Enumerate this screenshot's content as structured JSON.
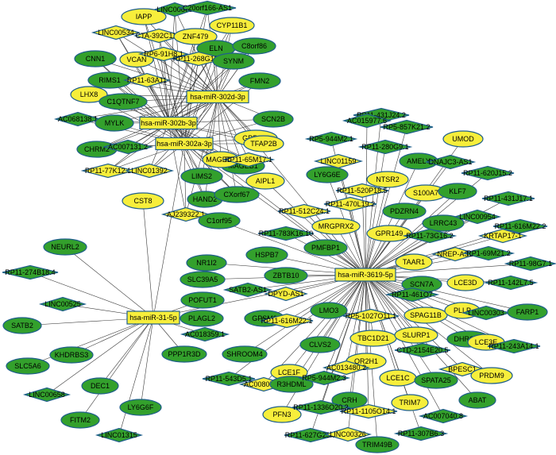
{
  "hubs": [
    "hsa-miR-302d-3p",
    "hsa-miR-302b-3p",
    "hsa-miR-302a-3p",
    "hsa-miR-3619-5p",
    "hsa-miR-31-5p"
  ],
  "colors": {
    "mrna_down": "#33a02c",
    "mrna_up": "#f7ee3b",
    "stroke": "#1f5f8b",
    "edge": "#3a3a3a"
  },
  "nodes": [
    {
      "label": "IAPP",
      "shape": "ellipse",
      "color": "yellow"
    },
    {
      "label": "LINC00678",
      "shape": "diamond",
      "color": "green"
    },
    {
      "label": "C20orf166-AS1",
      "shape": "diamond",
      "color": "green"
    },
    {
      "label": "CYP11B1",
      "shape": "ellipse",
      "color": "yellow"
    },
    {
      "label": "LINC00534",
      "shape": "diamond",
      "color": "yellow"
    },
    {
      "label": "CTA-392C11.1",
      "shape": "diamond",
      "color": "yellow"
    },
    {
      "label": "ZNF479",
      "shape": "ellipse",
      "color": "yellow"
    },
    {
      "label": "ELN",
      "shape": "ellipse",
      "color": "green"
    },
    {
      "label": "C8orf86",
      "shape": "ellipse",
      "color": "green"
    },
    {
      "label": "CNN1",
      "shape": "ellipse",
      "color": "green"
    },
    {
      "label": "VCAN",
      "shape": "ellipse",
      "color": "yellow"
    },
    {
      "label": "RP6-91H8.1",
      "shape": "diamond",
      "color": "yellow"
    },
    {
      "label": "RP11-268G12.1",
      "shape": "diamond",
      "color": "yellow"
    },
    {
      "label": "SYNM",
      "shape": "ellipse",
      "color": "green"
    },
    {
      "label": "RIMS1",
      "shape": "ellipse",
      "color": "green"
    },
    {
      "label": "RP11-63A11",
      "shape": "diamond",
      "color": "yellow"
    },
    {
      "label": "FMN2",
      "shape": "ellipse",
      "color": "green"
    },
    {
      "label": "LHX8",
      "shape": "ellipse",
      "color": "yellow"
    },
    {
      "label": "C1QTNF7",
      "shape": "ellipse",
      "color": "green"
    },
    {
      "label": "AC068138.1",
      "shape": "diamond",
      "color": "green"
    },
    {
      "label": "MYLK",
      "shape": "ellipse",
      "color": "green"
    },
    {
      "label": "SCN2B",
      "shape": "ellipse",
      "color": "green"
    },
    {
      "label": "CHRM2",
      "shape": "ellipse",
      "color": "green"
    },
    {
      "label": "AC007131.2",
      "shape": "diamond",
      "color": "green"
    },
    {
      "label": "GPR112",
      "shape": "ellipse",
      "color": "yellow"
    },
    {
      "label": "TFAP2B",
      "shape": "ellipse",
      "color": "yellow"
    },
    {
      "label": "RP11-77K12.1",
      "shape": "diamond",
      "color": "yellow"
    },
    {
      "label": "LINC01392",
      "shape": "diamond",
      "color": "yellow"
    },
    {
      "label": "MAGEB1",
      "shape": "ellipse",
      "color": "green"
    },
    {
      "label": "MAGEB2",
      "shape": "ellipse",
      "color": "yellow"
    },
    {
      "label": "RP11-65M17.1",
      "shape": "diamond",
      "color": "yellow"
    },
    {
      "label": "LIMS2",
      "shape": "ellipse",
      "color": "green"
    },
    {
      "label": "CST8",
      "shape": "ellipse",
      "color": "yellow"
    },
    {
      "label": "HAND2",
      "shape": "ellipse",
      "color": "green"
    },
    {
      "label": "AIPL1",
      "shape": "ellipse",
      "color": "yellow"
    },
    {
      "label": "CXorf67",
      "shape": "ellipse",
      "color": "green"
    },
    {
      "label": "AJ239322.1",
      "shape": "diamond",
      "color": "yellow"
    },
    {
      "label": "C1orf95",
      "shape": "ellipse",
      "color": "green"
    },
    {
      "label": "RP11-431J24.2",
      "shape": "diamond",
      "color": "green"
    },
    {
      "label": "AC015977.6",
      "shape": "diamond",
      "color": "green"
    },
    {
      "label": "RP5-857K21.2",
      "shape": "diamond",
      "color": "green"
    },
    {
      "label": "RP5-944M2.1",
      "shape": "diamond",
      "color": "green"
    },
    {
      "label": "UMOD",
      "shape": "ellipse",
      "color": "yellow"
    },
    {
      "label": "RP11-280G9.1",
      "shape": "diamond",
      "color": "green"
    },
    {
      "label": "LINC01159",
      "shape": "diamond",
      "color": "yellow"
    },
    {
      "label": "AMELY",
      "shape": "ellipse",
      "color": "green"
    },
    {
      "label": "DNAJC3-AS1",
      "shape": "diamond",
      "color": "green"
    },
    {
      "label": "LY6G6E",
      "shape": "ellipse",
      "color": "green"
    },
    {
      "label": "NTSR2",
      "shape": "ellipse",
      "color": "yellow"
    },
    {
      "label": "RP11-620J15.2",
      "shape": "diamond",
      "color": "green"
    },
    {
      "label": "RP11-520P18.5",
      "shape": "diamond",
      "color": "yellow"
    },
    {
      "label": "S100A7",
      "shape": "ellipse",
      "color": "yellow"
    },
    {
      "label": "KLF7",
      "shape": "ellipse",
      "color": "green"
    },
    {
      "label": "RP11-470L19.2",
      "shape": "diamond",
      "color": "yellow"
    },
    {
      "label": "PDZRN4",
      "shape": "ellipse",
      "color": "green"
    },
    {
      "label": "RP11-431J17.1",
      "shape": "diamond",
      "color": "green"
    },
    {
      "label": "RP11-512C24.1",
      "shape": "diamond",
      "color": "yellow"
    },
    {
      "label": "LRRC43",
      "shape": "ellipse",
      "color": "green"
    },
    {
      "label": "LINC00954",
      "shape": "diamond",
      "color": "green"
    },
    {
      "label": "MRGPRX2",
      "shape": "ellipse",
      "color": "yellow"
    },
    {
      "label": "GPR149",
      "shape": "ellipse",
      "color": "yellow"
    },
    {
      "label": "RP11-73G16.2",
      "shape": "diamond",
      "color": "green"
    },
    {
      "label": "RP11-616M22.2",
      "shape": "diamond",
      "color": "green"
    },
    {
      "label": "RP11-783K16.10",
      "shape": "diamond",
      "color": "green"
    },
    {
      "label": "PMFBP1",
      "shape": "ellipse",
      "color": "green"
    },
    {
      "label": "KRTAP17-1",
      "shape": "diamond",
      "color": "yellow"
    },
    {
      "label": "NREP-AS1",
      "shape": "diamond",
      "color": "yellow"
    },
    {
      "label": "RP1-69M21.2",
      "shape": "diamond",
      "color": "green"
    },
    {
      "label": "NEURL2",
      "shape": "ellipse",
      "color": "green"
    },
    {
      "label": "NR1I2",
      "shape": "ellipse",
      "color": "green"
    },
    {
      "label": "HSPB7",
      "shape": "ellipse",
      "color": "green"
    },
    {
      "label": "TAAR1",
      "shape": "ellipse",
      "color": "yellow"
    },
    {
      "label": "RP11-98G7.1",
      "shape": "diamond",
      "color": "green"
    },
    {
      "label": "RP11-274B18.4",
      "shape": "diamond",
      "color": "green"
    },
    {
      "label": "SLC39A5",
      "shape": "ellipse",
      "color": "green"
    },
    {
      "label": "ZBTB10",
      "shape": "ellipse",
      "color": "green"
    },
    {
      "label": "SATB2-AS1",
      "shape": "diamond",
      "color": "green"
    },
    {
      "label": "SCN7A",
      "shape": "ellipse",
      "color": "green"
    },
    {
      "label": "LCE3D",
      "shape": "ellipse",
      "color": "yellow"
    },
    {
      "label": "RP11-142L7.5",
      "shape": "diamond",
      "color": "green"
    },
    {
      "label": "POFUT1",
      "shape": "ellipse",
      "color": "green"
    },
    {
      "label": "DPYD-AS1",
      "shape": "diamond",
      "color": "yellow"
    },
    {
      "label": "RP11-461O7",
      "shape": "diamond",
      "color": "green"
    },
    {
      "label": "LINC00525",
      "shape": "diamond",
      "color": "green"
    },
    {
      "label": "SATB2",
      "shape": "ellipse",
      "color": "green"
    },
    {
      "label": "PLAGL2",
      "shape": "ellipse",
      "color": "green"
    },
    {
      "label": "GPSM2",
      "shape": "ellipse",
      "color": "green"
    },
    {
      "label": "LMO3",
      "shape": "ellipse",
      "color": "green"
    },
    {
      "label": "RP5-1027O11.1",
      "shape": "diamond",
      "color": "yellow"
    },
    {
      "label": "SPAG11B",
      "shape": "ellipse",
      "color": "yellow"
    },
    {
      "label": "PLLP",
      "shape": "ellipse",
      "color": "yellow"
    },
    {
      "label": "LINC00303",
      "shape": "diamond",
      "color": "green"
    },
    {
      "label": "FARP1",
      "shape": "ellipse",
      "color": "green"
    },
    {
      "label": "AC018359.1",
      "shape": "diamond",
      "color": "green"
    },
    {
      "label": "RP11-616M22.1",
      "shape": "diamond",
      "color": "yellow"
    },
    {
      "label": "KHDRBS3",
      "shape": "ellipse",
      "color": "green"
    },
    {
      "label": "SLC5A6",
      "shape": "ellipse",
      "color": "green"
    },
    {
      "label": "PPP1R3D",
      "shape": "ellipse",
      "color": "green"
    },
    {
      "label": "TBC1D21",
      "shape": "ellipse",
      "color": "yellow"
    },
    {
      "label": "SLURP1",
      "shape": "ellipse",
      "color": "yellow"
    },
    {
      "label": "DHRS7C",
      "shape": "ellipse",
      "color": "green"
    },
    {
      "label": "LCE3E",
      "shape": "ellipse",
      "color": "yellow"
    },
    {
      "label": "RP11-243A14.1",
      "shape": "diamond",
      "color": "green"
    },
    {
      "label": "SHROOM4",
      "shape": "ellipse",
      "color": "green"
    },
    {
      "label": "CLVS2",
      "shape": "ellipse",
      "color": "green"
    },
    {
      "label": "CTD-2154E20.5",
      "shape": "diamond",
      "color": "green"
    },
    {
      "label": "LCE1F",
      "shape": "ellipse",
      "color": "yellow"
    },
    {
      "label": "DEC1",
      "shape": "ellipse",
      "color": "green"
    },
    {
      "label": "LINC00658",
      "shape": "diamond",
      "color": "green"
    },
    {
      "label": "OR2H1",
      "shape": "ellipse",
      "color": "yellow"
    },
    {
      "label": "AC013480.2",
      "shape": "diamond",
      "color": "yellow"
    },
    {
      "label": "BPESC1",
      "shape": "diamond",
      "color": "yellow"
    },
    {
      "label": "PRDM9",
      "shape": "ellipse",
      "color": "yellow"
    },
    {
      "label": "RP11-543D5.1",
      "shape": "diamond",
      "color": "green"
    },
    {
      "label": "AC008073.3",
      "shape": "diamond",
      "color": "yellow"
    },
    {
      "label": "R3HDML",
      "shape": "ellipse",
      "color": "green"
    },
    {
      "label": "RP5-944M2.3",
      "shape": "diamond",
      "color": "green"
    },
    {
      "label": "LCE1C",
      "shape": "ellipse",
      "color": "yellow"
    },
    {
      "label": "SPATA25",
      "shape": "ellipse",
      "color": "green"
    },
    {
      "label": "ABAT",
      "shape": "ellipse",
      "color": "green"
    },
    {
      "label": "FITM2",
      "shape": "ellipse",
      "color": "green"
    },
    {
      "label": "LY6G6F",
      "shape": "ellipse",
      "color": "green"
    },
    {
      "label": "CRH",
      "shape": "ellipse",
      "color": "green"
    },
    {
      "label": "TRIM7",
      "shape": "ellipse",
      "color": "yellow"
    },
    {
      "label": "PFN3",
      "shape": "ellipse",
      "color": "yellow"
    },
    {
      "label": "RP11-1336O20.2",
      "shape": "diamond",
      "color": "green"
    },
    {
      "label": "RP11-1105O14.1",
      "shape": "diamond",
      "color": "yellow"
    },
    {
      "label": "AC007040.8",
      "shape": "diamond",
      "color": "green"
    },
    {
      "label": "LINC01315",
      "shape": "diamond",
      "color": "green"
    },
    {
      "label": "RP11-627G23.1",
      "shape": "diamond",
      "color": "green"
    },
    {
      "label": "LINC00326",
      "shape": "diamond",
      "color": "yellow"
    },
    {
      "label": "RP11-307B6.3",
      "shape": "diamond",
      "color": "green"
    },
    {
      "label": "TRIM49B",
      "shape": "ellipse",
      "color": "green"
    }
  ]
}
